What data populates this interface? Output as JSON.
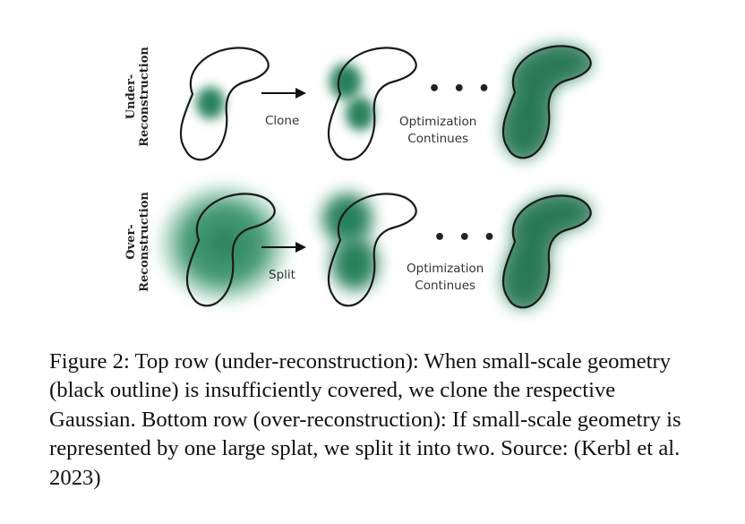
{
  "figure": {
    "rows": [
      {
        "label_line1": "Under-",
        "label_line2": "Reconstruction",
        "action": "Clone",
        "dots": "• • •",
        "optimization_line1": "Optimization",
        "optimization_line2": "Continues"
      },
      {
        "label_line1": "Over-",
        "label_line2": "Reconstruction",
        "action": "Split",
        "dots": "• • •",
        "optimization_line1": "Optimization",
        "optimization_line2": "Continues"
      }
    ],
    "colors": {
      "gaussian": "#1f7a55",
      "outline": "#1a1a1a"
    }
  },
  "caption": "Figure 2: Top row (under-reconstruction): When small-scale geometry (black outline) is insufficiently covered, we clone the respective Gaussian. Bottom row (over-reconstruction): If small-scale geometry is represented by one large splat, we split it into two. Source: (Kerbl et al. 2023)"
}
